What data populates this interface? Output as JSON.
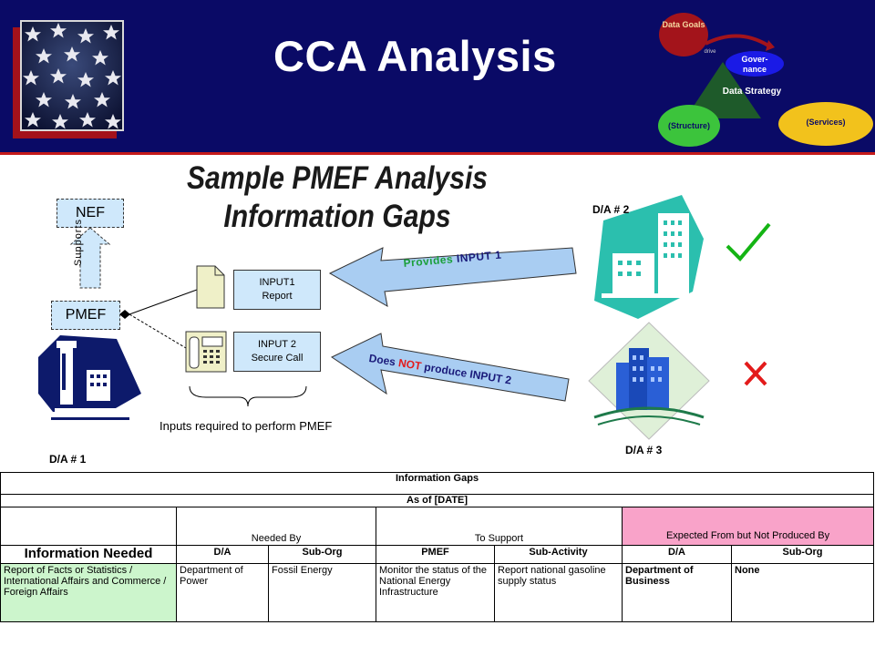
{
  "header": {
    "title": "CCA Analysis",
    "diagram": {
      "data_goals": "Data Goals",
      "arrow_label": "drive",
      "governance": "Gover-\nnance",
      "data_strategy": "Data Strategy",
      "structure": "(Structure)",
      "services": "(Services)"
    }
  },
  "subtitle": {
    "line1": "Sample PMEF Analysis",
    "line2": "Information Gaps"
  },
  "diagram": {
    "nef": "NEF",
    "supports": "Supports",
    "pmef": "PMEF",
    "da1": "D/A # 1",
    "da2": "D/A # 2",
    "da3": "D/A # 3",
    "input1_line1": "INPUT1",
    "input1_line2": "Report",
    "input2_line1": "INPUT 2",
    "input2_line2": "Secure Call",
    "inputs_required": "Inputs required to perform PMEF",
    "arrow1": {
      "pre": "Provides ",
      "post": "INPUT 1"
    },
    "arrow2": {
      "pre": "Does ",
      "emph": "NOT",
      "post": " produce INPUT 2"
    },
    "check_icon": "check-icon",
    "x_icon": "x-icon"
  },
  "table": {
    "title": "Information Gaps",
    "as_of": "As of [DATE]",
    "groups": {
      "needed_by": "Needed By",
      "to_support": "To Support",
      "expected": "Expected From but Not Produced By"
    },
    "info_needed": "Information Needed",
    "sub_headers": [
      "D/A",
      "Sub-Org",
      "PMEF",
      "Sub-Activity",
      "D/A",
      "Sub-Org"
    ],
    "row": {
      "info": "Report of Facts or Statistics / International Affairs and Commerce / Foreign Affairs",
      "needed_da": "Department of Power",
      "needed_suborg": "Fossil Energy",
      "pmef": "Monitor the status of the National Energy Infrastructure",
      "subactivity": "Report national gasoline supply status",
      "expected_da": "Department of Business",
      "expected_suborg": "None"
    },
    "colors": {
      "expected_header": "#f9a3c9",
      "info_cell": "#ccf5cc"
    }
  }
}
